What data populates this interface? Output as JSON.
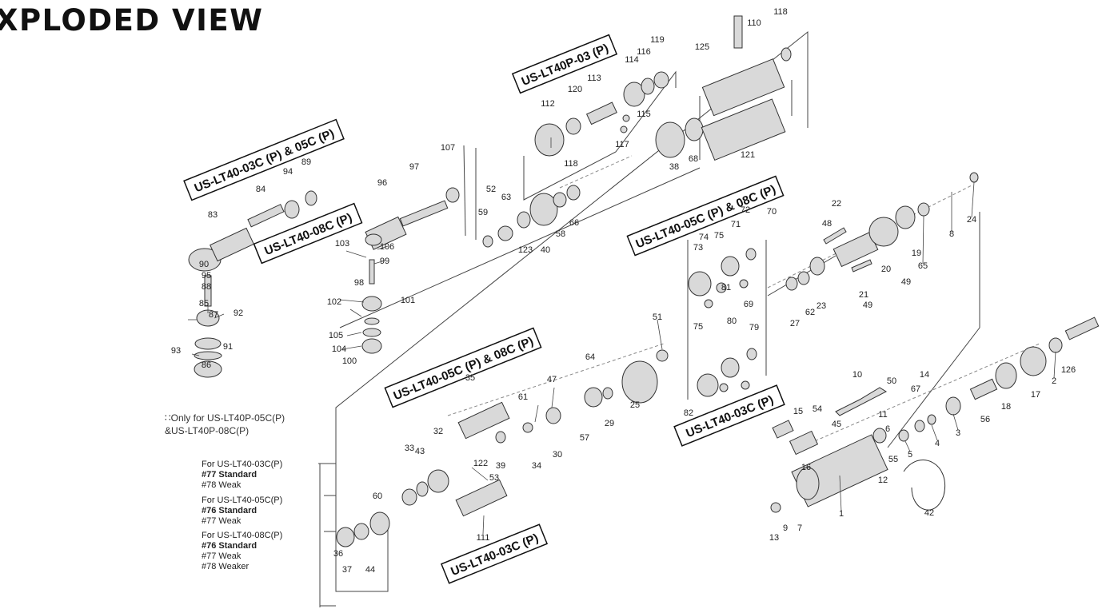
{
  "title": "XPLODED VIEW",
  "footnote": {
    "line1": "∷Only for US-LT40P-05C(P)",
    "line2": "&US-LT40P-08C(P)"
  },
  "spring_notes": [
    {
      "model": "For US-LT40-03C(P)",
      "standard": "#77 Standard",
      "weak": "#78 Weak",
      "weaker": ""
    },
    {
      "model": "For US-LT40-05C(P)",
      "standard": "#76 Standard",
      "weak": "#77 Weak",
      "weaker": ""
    },
    {
      "model": "For US-LT40-08C(P)",
      "standard": "#76 Standard",
      "weak": "#77 Weak",
      "weaker": "#78 Weaker"
    }
  ],
  "model_tags": [
    "US-LT40-03C (P) & 05C (P)",
    "US-LT40-08C (P)",
    "US-LT40P-03 (P)",
    "US-LT40-05C (P) & 08C (P)",
    "US-LT40-05C (P) & 08C (P)",
    "US-LT40-03C (P)",
    "US-LT40-03C (P)"
  ],
  "part_numbers": [
    "1",
    "2",
    "3",
    "4",
    "5",
    "6",
    "7",
    "8",
    "9",
    "10",
    "11",
    "12",
    "13",
    "14",
    "15",
    "16",
    "17",
    "18",
    "19",
    "20",
    "21",
    "22",
    "23",
    "24",
    "25",
    "27",
    "29",
    "30",
    "32",
    "33",
    "34",
    "35",
    "36",
    "37",
    "38",
    "39",
    "40",
    "42",
    "43",
    "44",
    "45",
    "47",
    "48",
    "49",
    "49",
    "50",
    "51",
    "52",
    "53",
    "54",
    "55",
    "56",
    "57",
    "58",
    "59",
    "60",
    "61",
    "62",
    "63",
    "64",
    "65",
    "66",
    "67",
    "68",
    "69",
    "70",
    "71",
    "72",
    "73",
    "74",
    "75",
    "75",
    "79",
    "80",
    "81",
    "82",
    "83",
    "84",
    "85",
    "86",
    "87",
    "88",
    "89",
    "90",
    "91",
    "92",
    "93",
    "94",
    "95",
    "96",
    "97",
    "98",
    "99",
    "100",
    "101",
    "102",
    "103",
    "104",
    "105",
    "106",
    "107",
    "110",
    "111",
    "112",
    "113",
    "114",
    "115",
    "116",
    "117",
    "118",
    "118",
    "119",
    "120",
    "121",
    "122",
    "123",
    "125",
    "126"
  ]
}
